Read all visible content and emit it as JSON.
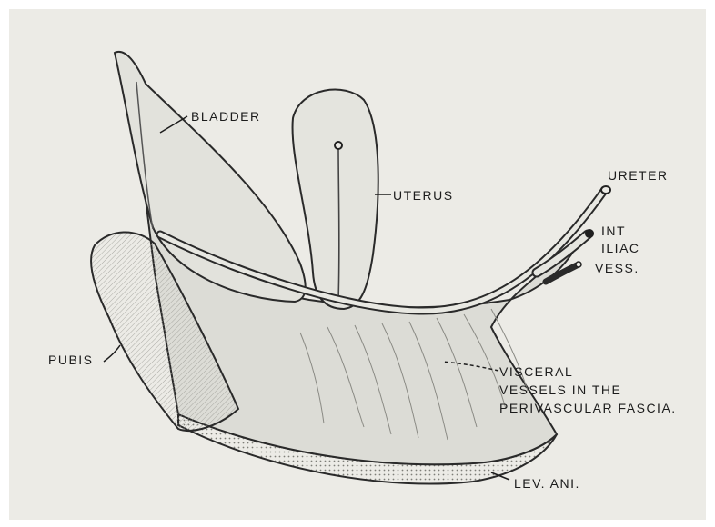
{
  "labels": {
    "bladder": "BLADDER",
    "uterus": "UTERUS",
    "ureter": "URETER",
    "int": "INT",
    "iliac": "ILIAC",
    "vess": "VESS.",
    "pubis": "PUBIS",
    "visceral": "VISCERAL",
    "vessels_in_the": "VESSELS IN THE",
    "perivascular_fascia": "PERIVASCULAR FASCIA.",
    "lev_ani": "LEV. ANI."
  },
  "colors": {
    "background": "#ecebe6",
    "ink": "#1c1c1c",
    "fascia_fill": "#dcdcd6"
  }
}
